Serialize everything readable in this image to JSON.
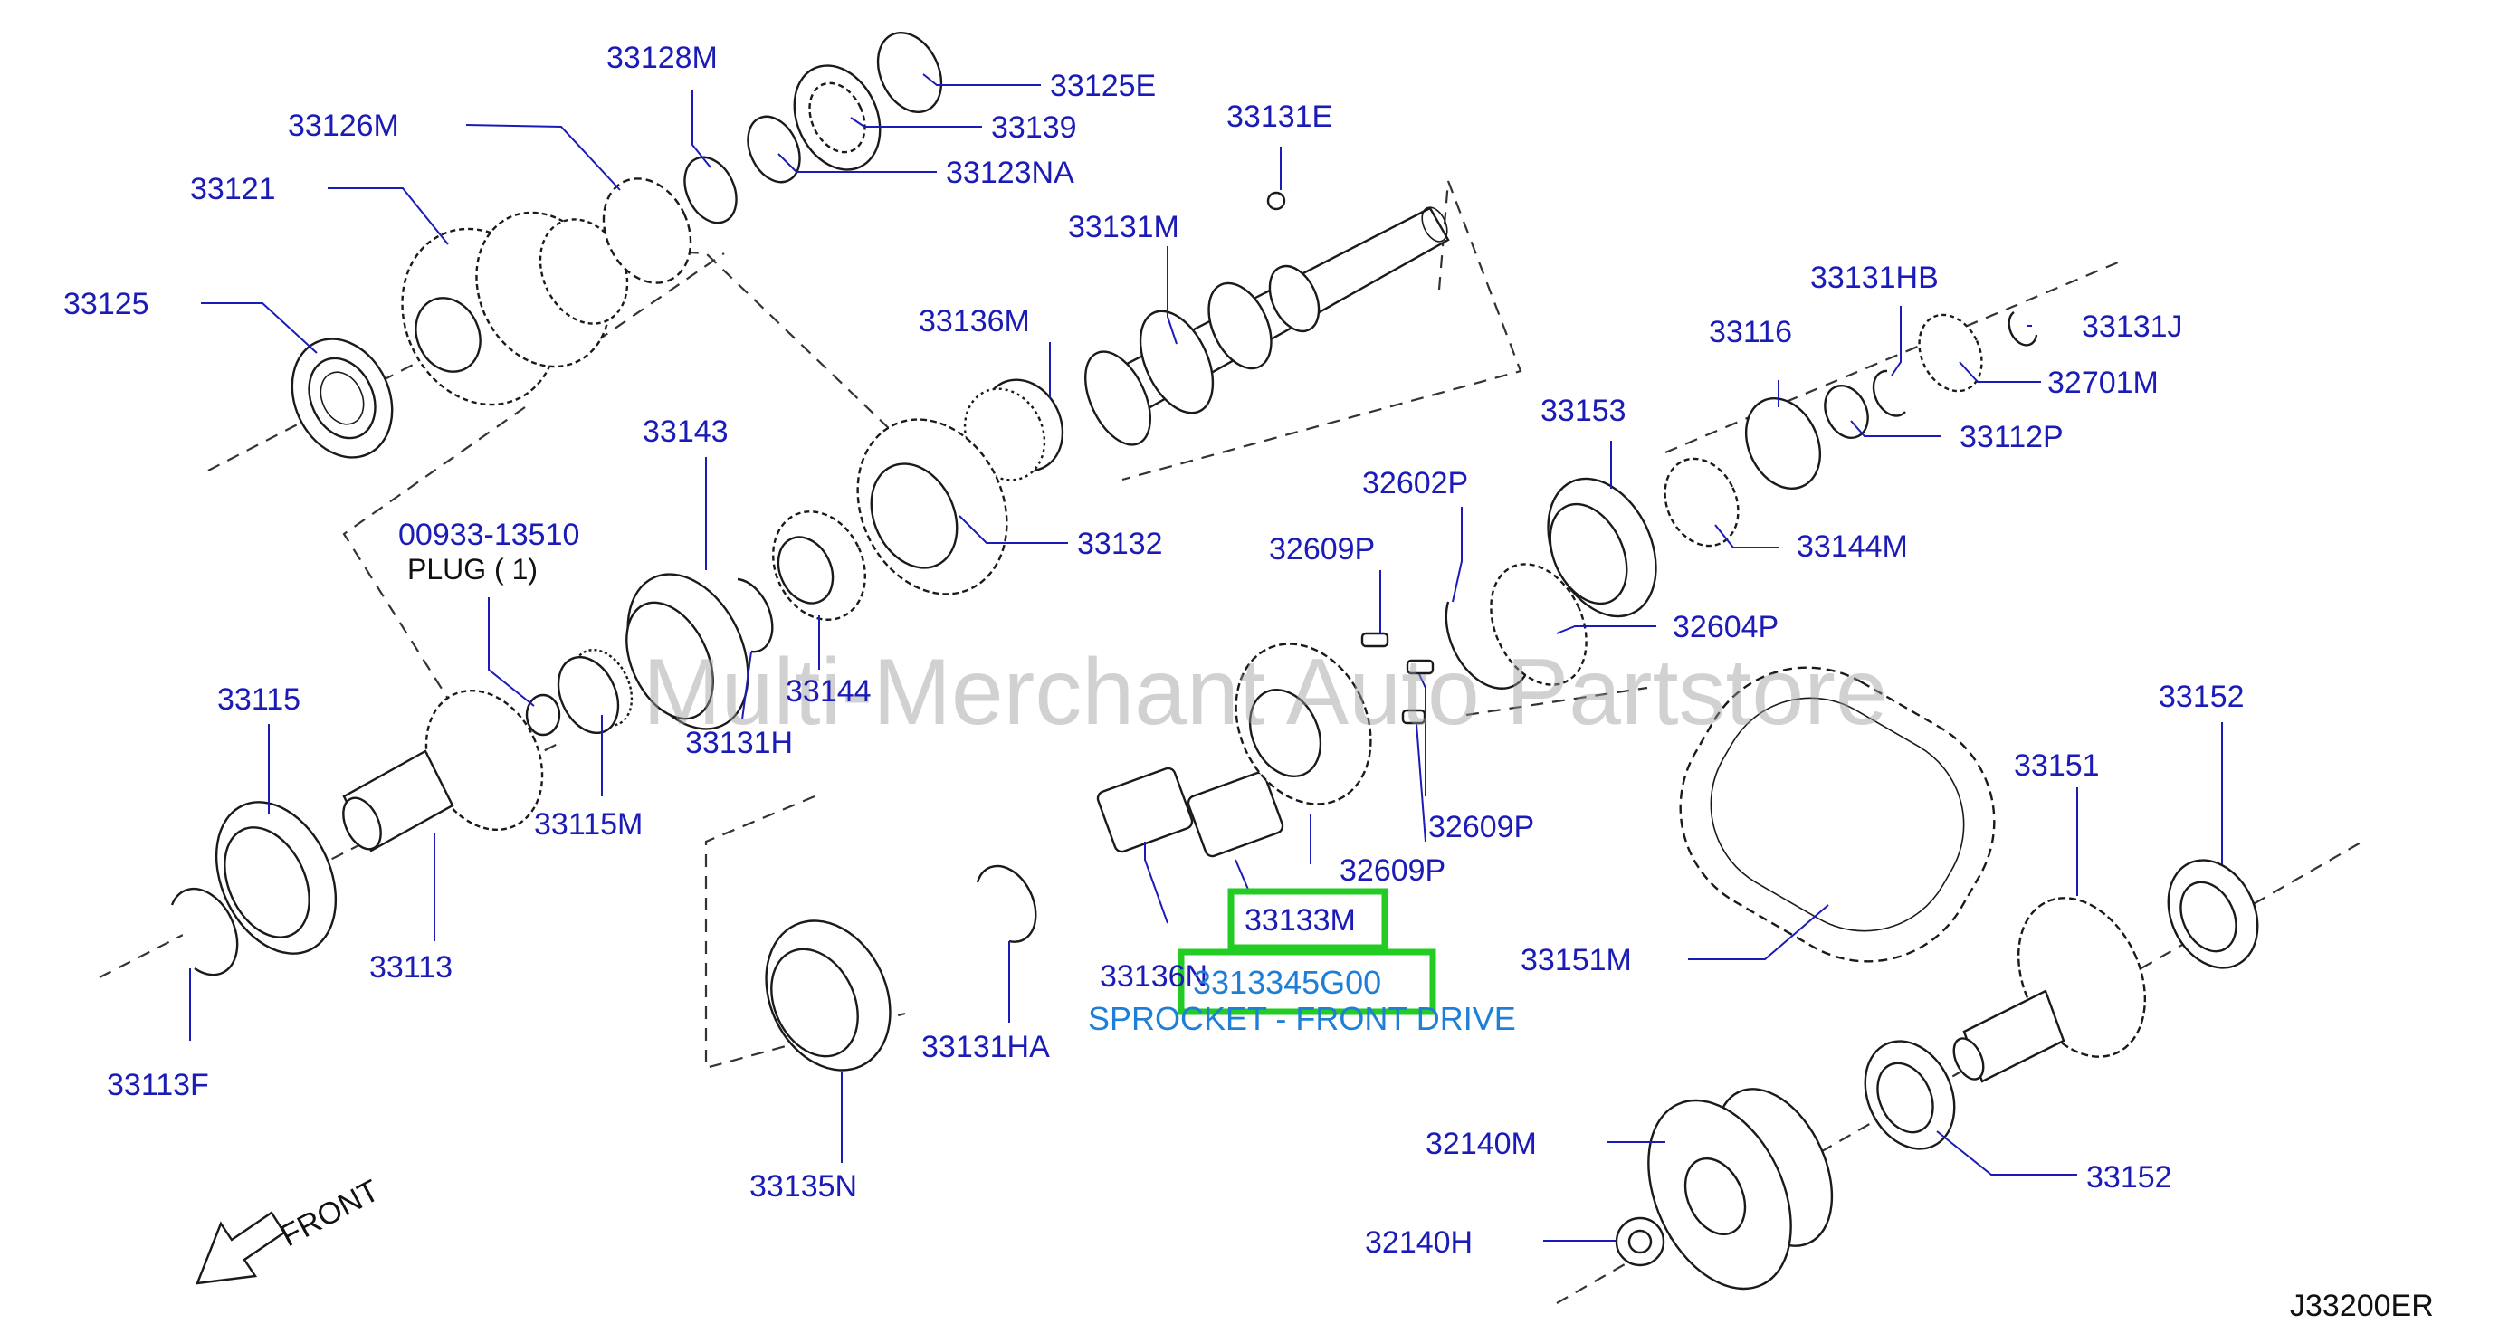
{
  "labels": {
    "p33128M": "33128M",
    "p33125E": "33125E",
    "p33126M": "33126M",
    "p33139": "33139",
    "p33123NA": "33123NA",
    "p33131E": "33131E",
    "p33121": "33121",
    "p33131M": "33131M",
    "p33125": "33125",
    "p33136M": "33136M",
    "p33131HB": "33131HB",
    "p33131J": "33131J",
    "p33116": "33116",
    "p32701M": "32701M",
    "p33153": "33153",
    "p33143": "33143",
    "p33112P": "33112P",
    "p32602P": "32602P",
    "p00933": "00933-13510",
    "plug_note": "PLUG ( 1)",
    "p33132": "33132",
    "p33144M": "33144M",
    "p32609P_a": "32609P",
    "p32604P": "32604P",
    "p33144": "33144",
    "p33115": "33115",
    "p33131H": "33131H",
    "p33152_a": "33152",
    "p33151": "33151",
    "p33115M": "33115M",
    "p32609P_b": "32609P",
    "p32609P_c": "32609P",
    "p33133M": "33133M",
    "p33113": "33113",
    "p33136N": "33136N",
    "part_number": "3313345G00",
    "part_description": "SPROCKET - FRONT DRIVE",
    "p33151M": "33151M",
    "p33131HA": "33131HA",
    "p33113F": "33113F",
    "p32140M": "32140M",
    "p33152_b": "33152",
    "p33135N": "33135N",
    "p32140H": "32140H",
    "front": "FRONT",
    "diagram_ref": "J33200ER"
  },
  "watermark": "Multi-Merchant Auto Partstore",
  "colors": {
    "part_label": "#1b1bb8",
    "highlight": "#22cc22",
    "description": "#1f7fd6"
  }
}
